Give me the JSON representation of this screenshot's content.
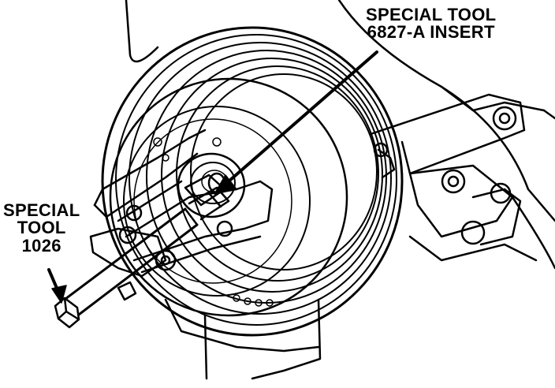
{
  "callouts": {
    "insert": {
      "line1": "SPECIAL TOOL",
      "line2": "6827-A INSERT"
    },
    "puller": {
      "line1": "SPECIAL",
      "line2": "TOOL",
      "line3": "1026"
    }
  },
  "colors": {
    "ink": "#000000",
    "paper": "#ffffff"
  }
}
